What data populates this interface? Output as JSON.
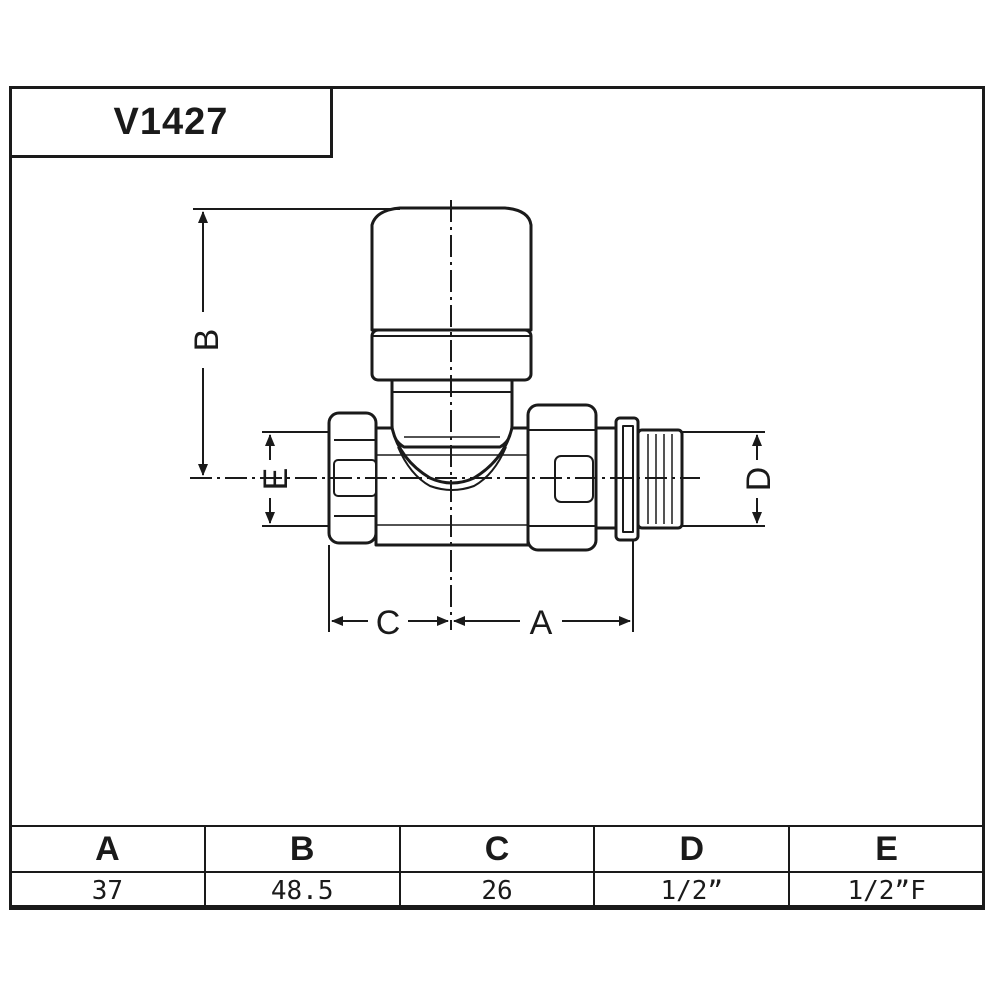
{
  "title": "V1427",
  "dimension_letters": {
    "a": "A",
    "b": "B",
    "c": "C",
    "d": "D",
    "e": "E"
  },
  "table": {
    "headers": [
      "A",
      "B",
      "C",
      "D",
      "E"
    ],
    "values": [
      "37",
      "48.5",
      "26",
      "1/2”",
      "1/2”F"
    ]
  }
}
